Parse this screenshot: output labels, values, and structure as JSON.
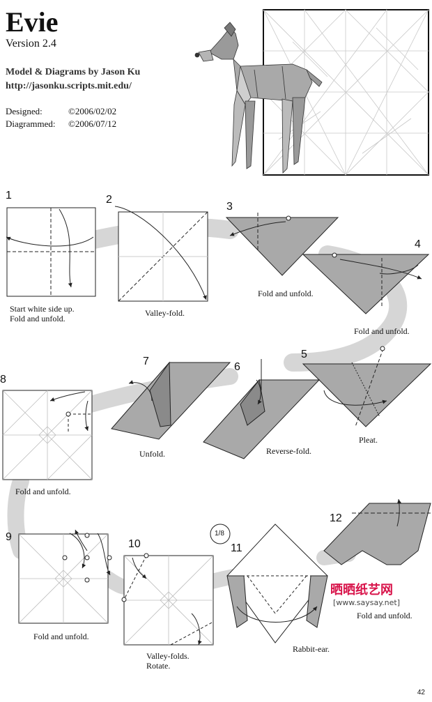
{
  "header": {
    "title": "Evie",
    "version": "Version 2.4",
    "credit": "Model & Diagrams by Jason Ku",
    "url": "http://jasonku.scripts.mit.edu/",
    "designed_label": "Designed:",
    "designed_value": "©2006/02/02",
    "diagrammed_label": "Diagrammed:",
    "diagrammed_value": "©2006/07/12"
  },
  "steps": [
    {
      "num": "1",
      "caption": [
        "Start white side up.",
        "Fold and unfold."
      ]
    },
    {
      "num": "2",
      "caption": [
        "Valley-fold."
      ]
    },
    {
      "num": "3",
      "caption": [
        "Fold and unfold."
      ]
    },
    {
      "num": "4",
      "caption": [
        "Fold and unfold."
      ]
    },
    {
      "num": "5",
      "caption": [
        "Pleat."
      ]
    },
    {
      "num": "6",
      "caption": [
        "Reverse-fold."
      ]
    },
    {
      "num": "7",
      "caption": [
        "Unfold."
      ]
    },
    {
      "num": "8",
      "caption": [
        "Fold and unfold."
      ]
    },
    {
      "num": "9",
      "caption": [
        "Fold and unfold."
      ]
    },
    {
      "num": "10",
      "caption": [
        "Valley-folds.",
        "Rotate."
      ]
    },
    {
      "num": "11",
      "caption": [
        "Rabbit-ear."
      ]
    },
    {
      "num": "12",
      "caption": [
        "Fold and unfold."
      ]
    }
  ],
  "rotate_symbol": "1/8",
  "watermark": {
    "brand": "晒晒纸艺网",
    "site": "[www.saysay.net]"
  },
  "page_number": "42",
  "colors": {
    "paper_grey": "#a9a9a9",
    "flow_band": "#d6d6d6",
    "line": "#222222",
    "watermark_red": "#d8134a"
  }
}
